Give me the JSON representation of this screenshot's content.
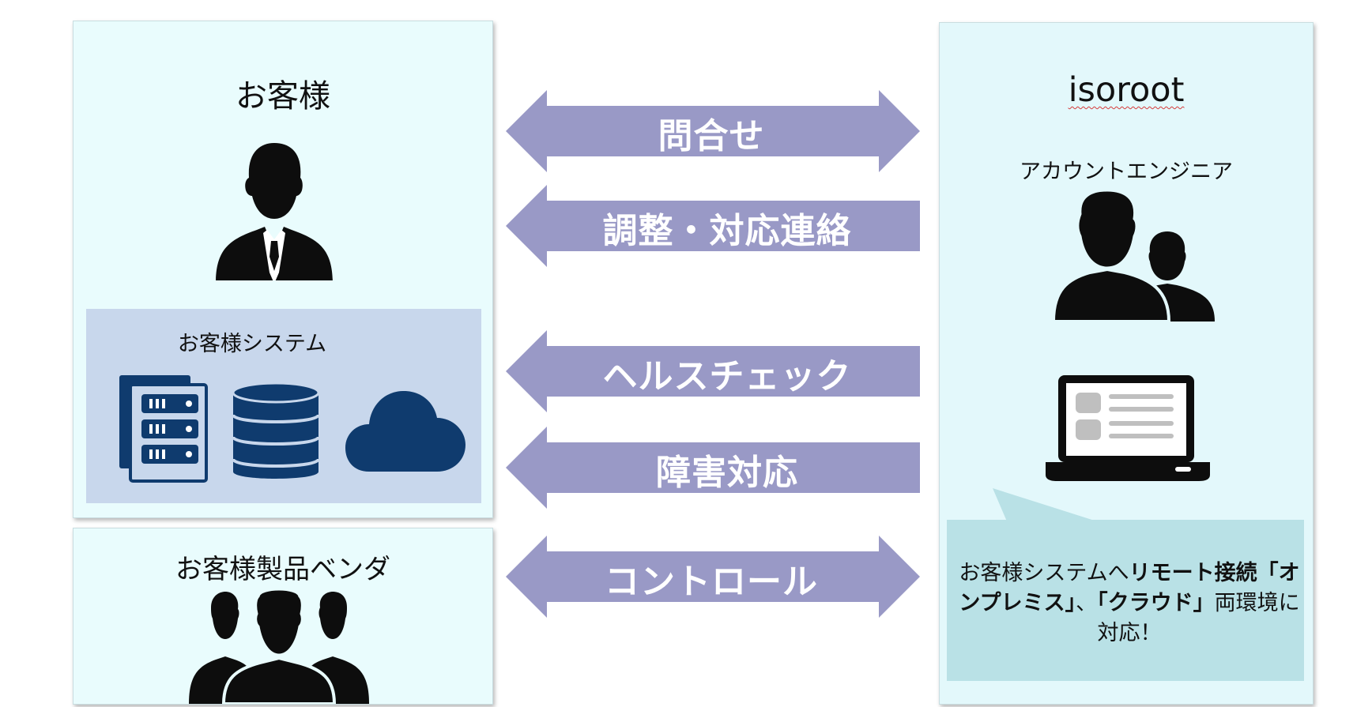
{
  "customer": {
    "title": "お客様",
    "system_label": "お客様システム",
    "person_icon": "businessman-icon",
    "server_icon": "server-rack-icon",
    "database_icon": "database-icon",
    "cloud_icon": "cloud-icon"
  },
  "vendor": {
    "label": "お客様製品ベンダ",
    "icon": "group-icon"
  },
  "isoroot": {
    "title": "isoroot",
    "engineer_label": "アカウントエンジニア",
    "engineer_icon": "two-people-icon",
    "laptop_icon": "laptop-icon",
    "callout": {
      "part1": "お客様システムへ",
      "part2_bold": "リモート接続「オンプレミス」",
      "part3": "、",
      "part4_bold": "「クラウド」",
      "part5": "両環境に対応！"
    }
  },
  "arrows": [
    {
      "label": "問合せ",
      "direction": "both"
    },
    {
      "label": "調整・対応連絡",
      "direction": "left"
    },
    {
      "label": "ヘルスチェック",
      "direction": "left"
    },
    {
      "label": "障害対応",
      "direction": "left"
    },
    {
      "label": "コントロール",
      "direction": "both"
    }
  ],
  "colors": {
    "panel_bg": "#e9fcfd",
    "system_bg": "#c8d7ec",
    "arrow": "#9999c6",
    "icon_dark": "#0d0d0d",
    "icon_navy": "#0f3b6e",
    "callout_bg": "#b9e1e6"
  }
}
